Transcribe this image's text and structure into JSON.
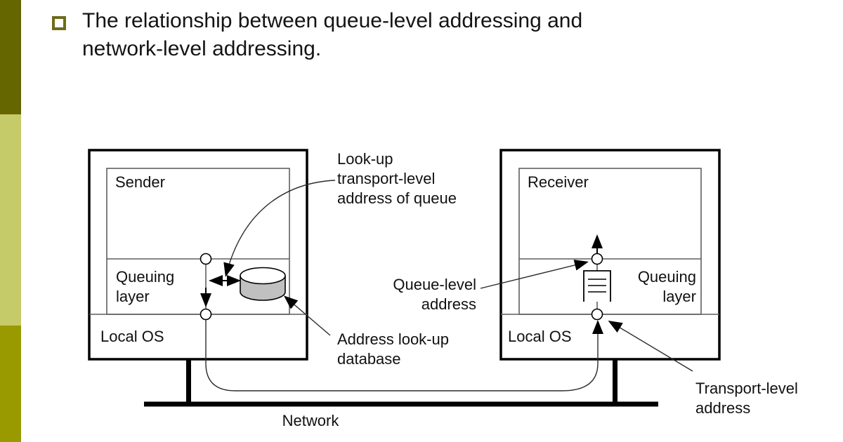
{
  "slide": {
    "title": "The relationship between queue-level addressing and\nnetwork-level addressing.",
    "colors": {
      "sidebar_top": "#666600",
      "sidebar_middle": "#c6cb69",
      "sidebar_bottom": "#999900",
      "bullet_border": "#6d6d1b",
      "database_fill": "#c0c0c0",
      "line_color": "#000000"
    }
  },
  "diagram": {
    "sender_host": {
      "process_label": "Sender",
      "queuing_layer_label": "Queuing\nlayer",
      "os_label": "Local OS"
    },
    "receiver_host": {
      "process_label": "Receiver",
      "queuing_layer_label": "Queuing\nlayer",
      "os_label": "Local OS"
    },
    "annotations": {
      "lookup_label": "Look-up\ntransport-level\naddress of queue",
      "queue_level_address_label": "Queue-level\naddress",
      "address_lookup_db_label": "Address look-up\ndatabase",
      "transport_level_address_label": "Transport-level\naddress"
    },
    "network_label": "Network",
    "icons": {
      "database": "database-cylinder-icon",
      "message_queue": "message-queue-icon"
    }
  }
}
